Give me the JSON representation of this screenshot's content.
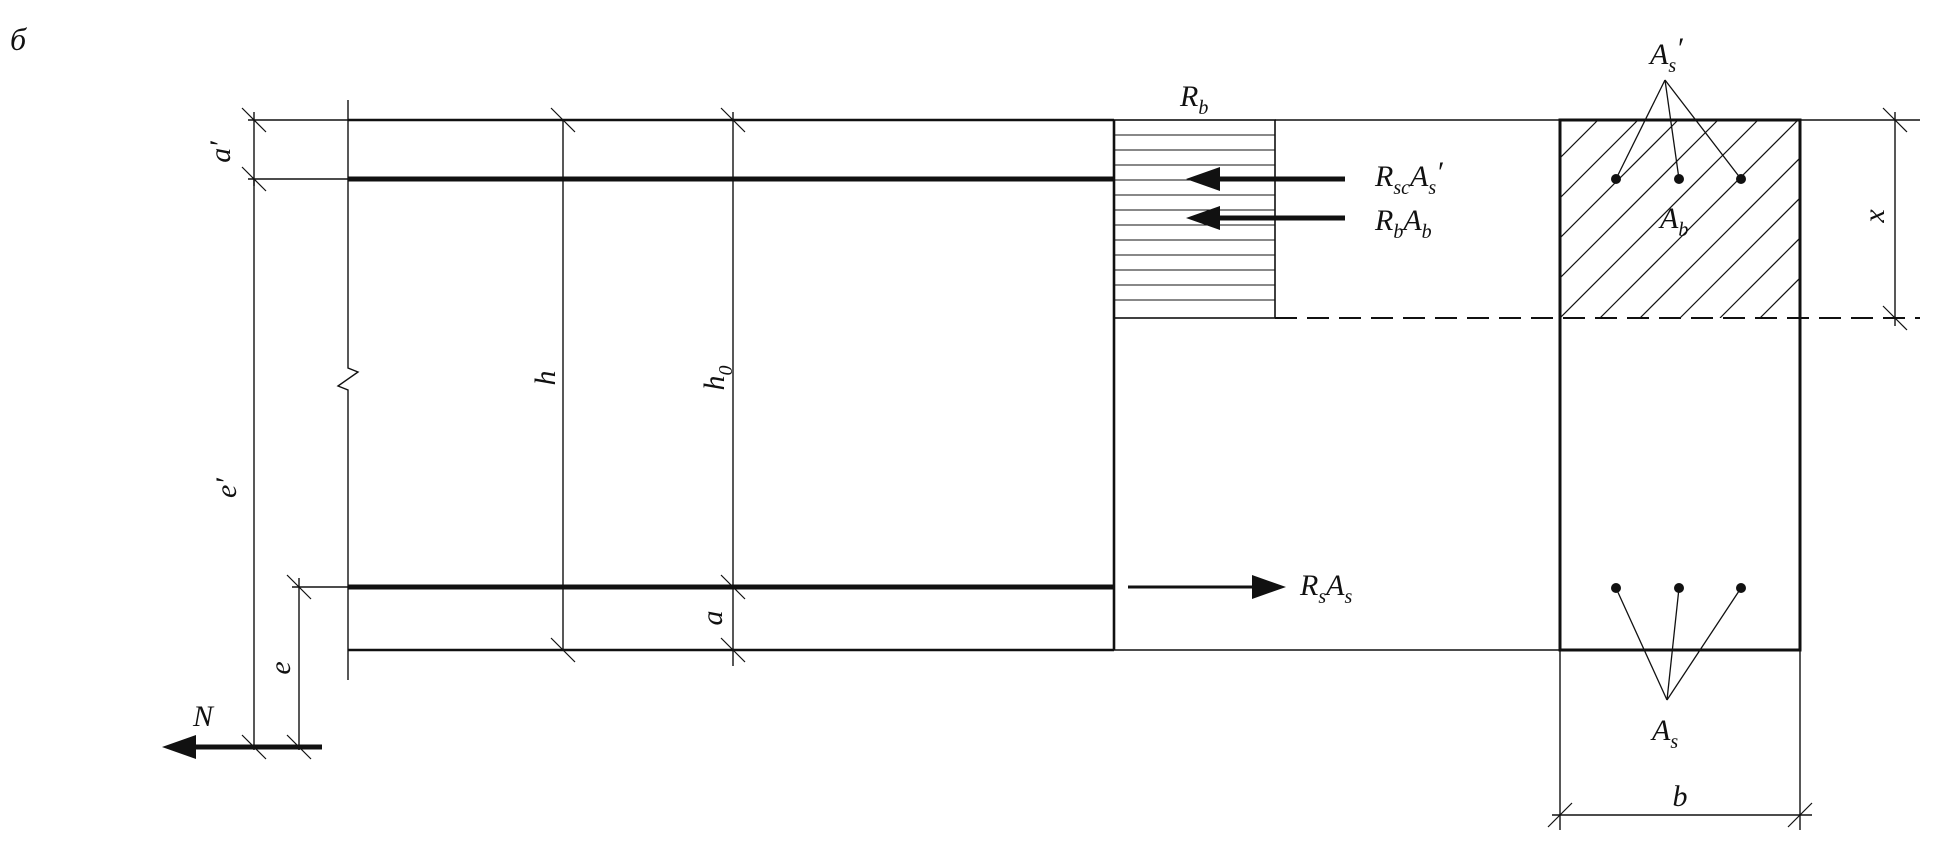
{
  "figure_letter": "б",
  "labels": {
    "R_b": {
      "main": "R",
      "sub": "b"
    },
    "R_sc_A_s_prime": {
      "main1": "R",
      "sub1": "sc",
      "main2": "A",
      "sub2": "s",
      "prime": "′"
    },
    "R_b_A_b": {
      "main1": "R",
      "sub1": "b",
      "main2": "A",
      "sub2": "b"
    },
    "R_s_A_s": {
      "main1": "R",
      "sub1": "s",
      "main2": "A",
      "sub2": "s"
    },
    "A_s_prime": {
      "main": "A",
      "sub": "s",
      "prime": "′"
    },
    "A_b": {
      "main": "A",
      "sub": "b"
    },
    "A_s": {
      "main": "A",
      "sub": "s"
    },
    "a_prime": "a′",
    "e_prime": "e′",
    "h": "h",
    "h_0": {
      "main": "h",
      "sub": "0"
    },
    "a": "a",
    "e": "e",
    "N": "N",
    "x": "x",
    "b": "b"
  }
}
